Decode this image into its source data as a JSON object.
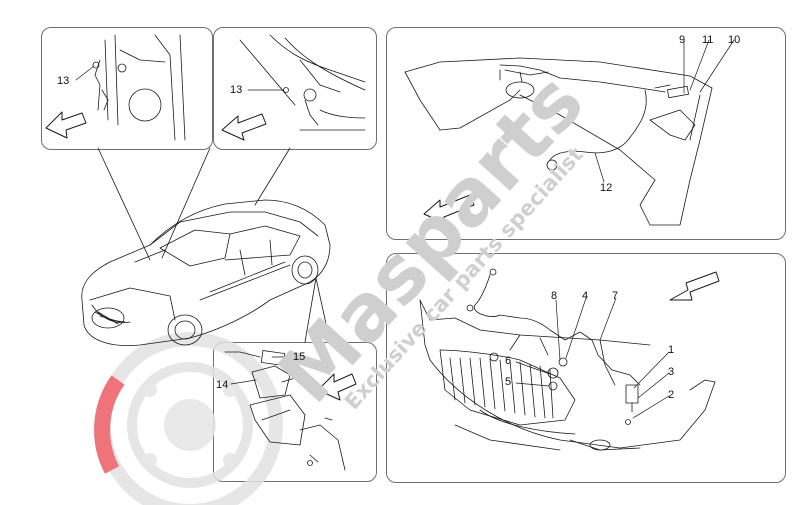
{
  "watermark": {
    "brand": "Masparts",
    "tagline": "Exclusive car parts specialist"
  },
  "callouts": {
    "front_left": "13",
    "front_right": "13",
    "bumper_9": "9",
    "bumper_11": "11",
    "bumper_10": "10",
    "bumper_12": "12",
    "front_8": "8",
    "front_4": "4",
    "front_7": "7",
    "front_6": "6",
    "front_5": "5",
    "front_1": "1",
    "front_3": "3",
    "front_2": "2",
    "under_15": "15",
    "under_14": "14"
  },
  "colors": {
    "line": "#1a1a1a",
    "frame": "#6f6f6f",
    "watermark_gray": "#d0d0d0",
    "watermark_red": "#e8505a"
  }
}
